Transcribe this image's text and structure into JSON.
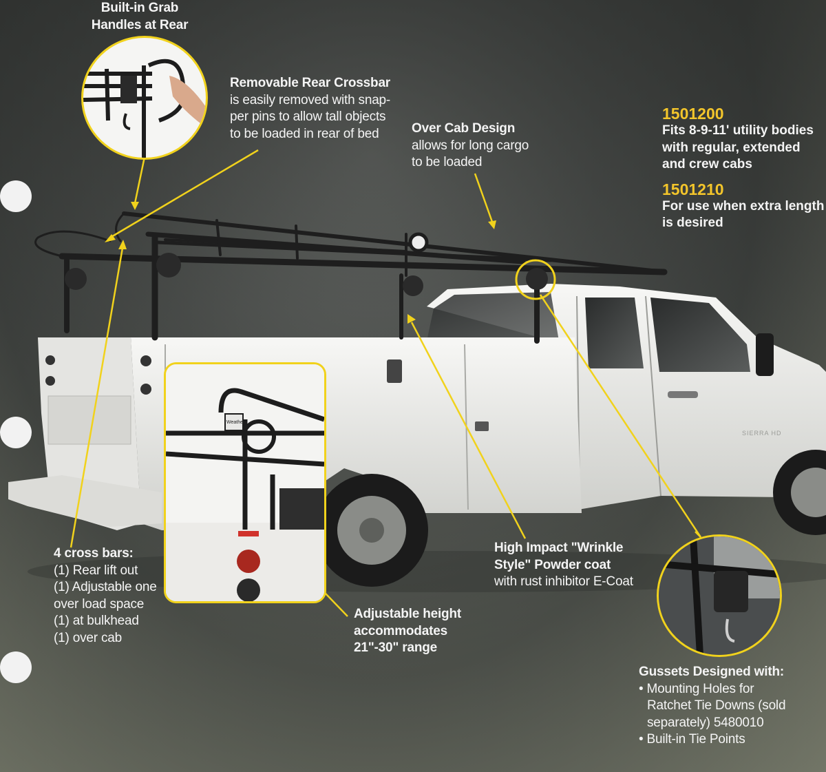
{
  "callouts": {
    "grab_handles": {
      "title_line1": "Built-in Grab",
      "title_line2": "Handles at Rear"
    },
    "rear_crossbar": {
      "title": "Removable Rear Crossbar",
      "line1": "is easily removed with snap-",
      "line2": "per pins to allow tall objects",
      "line3": "to be loaded in rear of bed"
    },
    "over_cab": {
      "title": "Over Cab Design",
      "line1": "allows for long cargo",
      "line2": "to be loaded"
    },
    "cross_bars": {
      "title": "4 cross bars:",
      "items": [
        "(1) Rear lift out",
        "(1) Adjustable one",
        "over load space",
        "(1) at bulkhead",
        "(1) over cab"
      ]
    },
    "powder_coat": {
      "title_line1": "High Impact \"Wrinkle",
      "title_line2": "Style\" Powder coat",
      "line1": "with rust inhibitor E-Coat"
    },
    "adjustable": {
      "line1": "Adjustable height",
      "line2": "accommodates",
      "line3": "21\"-30\" range"
    },
    "gussets": {
      "title": "Gussets Designed with:",
      "bullet1_line1": "• Mounting Holes for",
      "bullet1_line2": "Ratchet Tie Downs (sold",
      "bullet1_line3": "separately) 5480010",
      "bullet2": "• Built-in Tie Points"
    }
  },
  "parts": [
    {
      "number": "1501200",
      "desc_lines": [
        "Fits 8-9-11' utility bodies",
        "with regular, extended",
        "and crew cabs"
      ]
    },
    {
      "number": "1501210",
      "desc_lines": [
        "For use when extra length",
        "is desired"
      ]
    }
  ],
  "truck_badge": "SIERRA HD",
  "rack_label": "Weather",
  "colors": {
    "callout_yellow": "#f1d21c",
    "part_number": "#f3c52b",
    "text": "#f4f4f4",
    "truck_body": "#f0f0ee",
    "rack": "#1e1e1e"
  }
}
